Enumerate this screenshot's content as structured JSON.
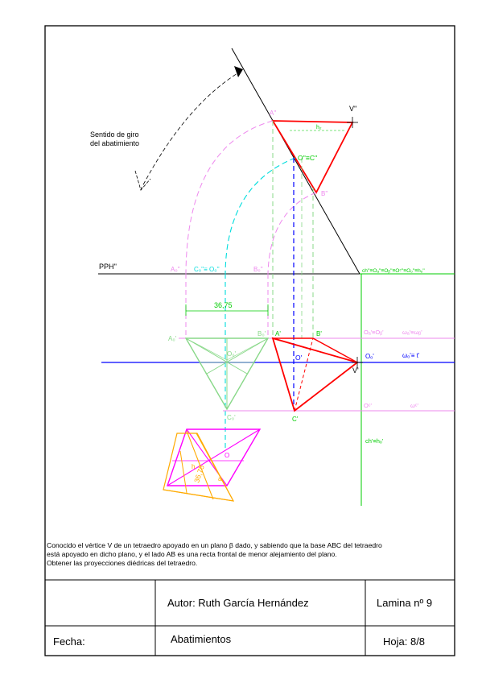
{
  "drawing": {
    "rotation_label_line1": "Sentido de giro",
    "rotation_label_line2": "del abatimiento",
    "pph_label": "PPH''",
    "labels": {
      "A2": "A''",
      "V2": "V''",
      "h2": "h₂",
      "O2C2": "O''≡C''",
      "B2": "B''",
      "hinge_top": "ch''≡Oₐ''≡Oᵦ''≡Oᶜ''≡Oₒ''≡hₒ''",
      "A0top": "A₀''",
      "C0top": "C₀''≡ O₀''",
      "B0top": "B₀''",
      "dim_top": "36,75",
      "A0": "A₀'",
      "B0": "B₀'",
      "A1": "A'",
      "B1": "B'",
      "OaOb": "Oₐ'≡Oᵦ'",
      "waWb": "ωₐ'≡ωᵦ'",
      "O0": "O₀'",
      "O1": "O'",
      "Ob": "Oₒ'",
      "woT": "ωₒ'≡ t'",
      "V1": "V'",
      "Oc": "Oᶜ'",
      "wc": "ωᶜ'",
      "C0": "C₀'",
      "C1": "C'",
      "ch_h": "ch'≡hₒ'",
      "O_bottom": "O",
      "h_bottom": "h",
      "a_bottom": "a",
      "dim_bottom": "36,75"
    }
  },
  "statement": {
    "line1": "Conocido el vértice V de un tetraedro apoyado en un plano β dado, y sabiendo que la base ABC del tetraedro",
    "line2": "está apoyado en dicho plano, y el lado AB es una recta frontal de menor alejamiento del plano.",
    "line3": "Obtener las proyecciones diédricas del tetraedro."
  },
  "title_block": {
    "author": "Autor: Ruth García Hernández",
    "sheet_number": "Lamina nº 9",
    "date_label": "Fecha:",
    "subject": "Abatimientos",
    "page": "Hoja: 8/8"
  },
  "colors": {
    "red": "#ff0000",
    "green": "#00cc00",
    "light_green": "#88d888",
    "magenta": "#ff00ff",
    "pink": "#ee88ee",
    "cyan": "#00dddd",
    "blue": "#0000ff",
    "orange": "#ffaa00",
    "black": "#000000"
  }
}
